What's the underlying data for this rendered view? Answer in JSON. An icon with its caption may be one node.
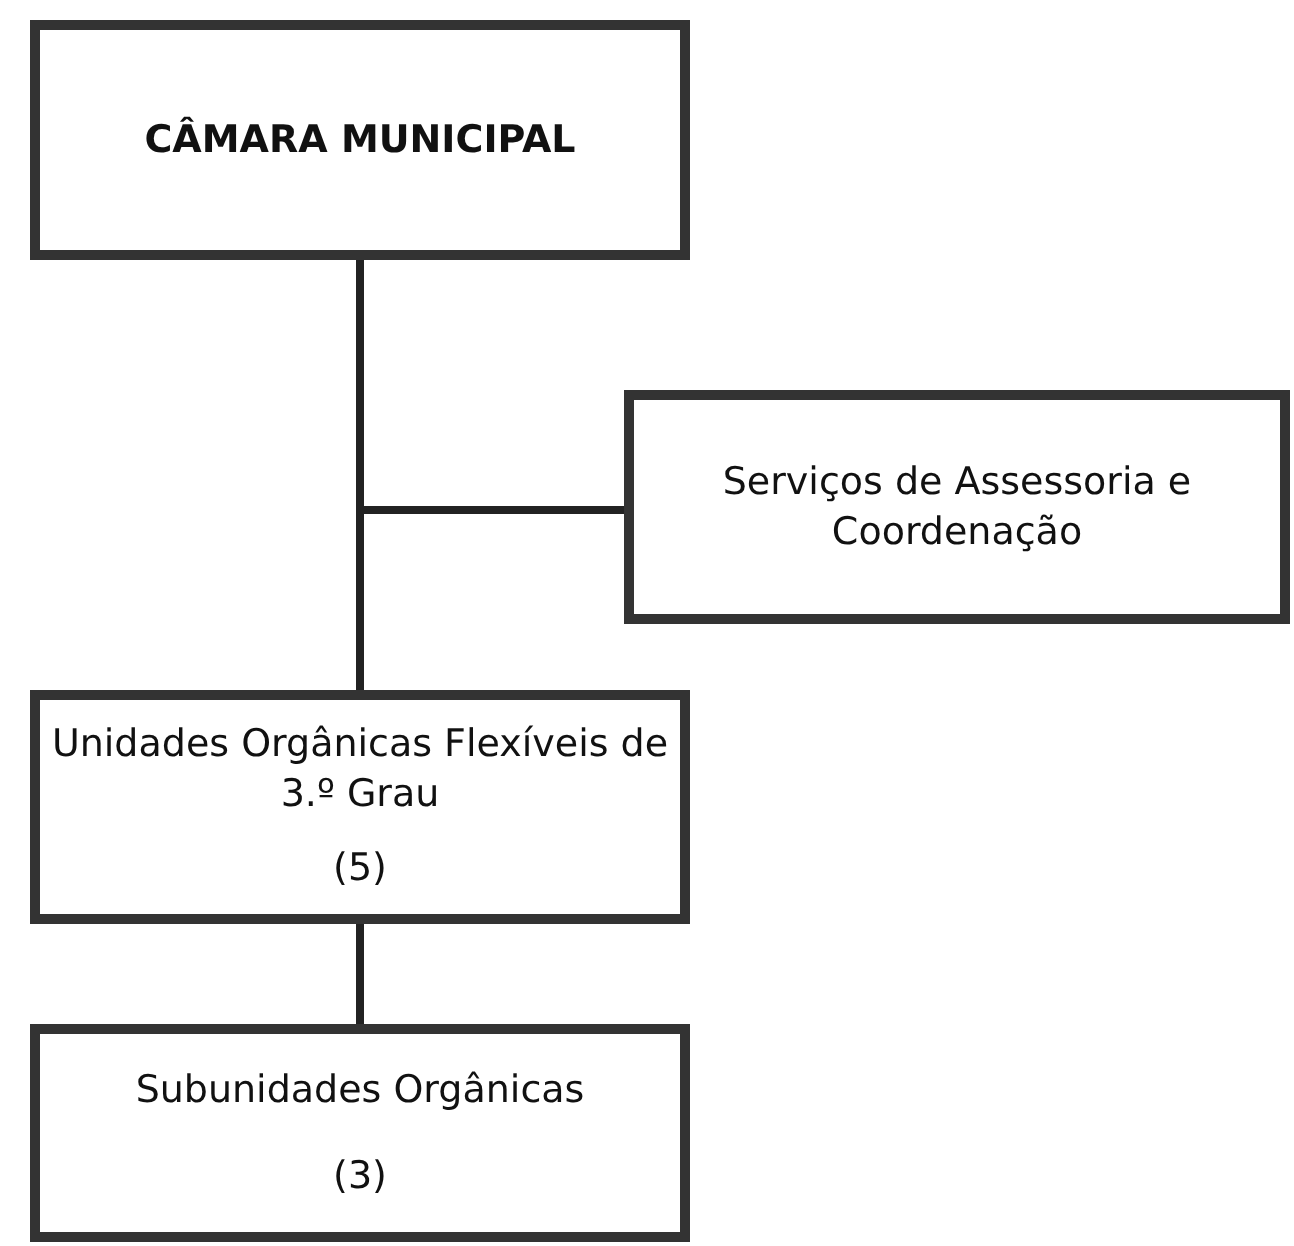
{
  "diagram": {
    "nodes": [
      {
        "text": [
          "CÂMARA MUNICIPAL"
        ]
      },
      {
        "text": [
          "Serviços de Assessoria e Coordenação"
        ]
      },
      {
        "text": [
          "Unidades Orgânicas Flexíveis de 3.º Grau",
          "(5)"
        ]
      },
      {
        "text": [
          "Subunidades Orgânicas",
          "(3)"
        ]
      }
    ],
    "edges": [
      {
        "from": 0,
        "to": 2,
        "arrow": "none"
      },
      {
        "from": 0,
        "to": 1,
        "arrow": "none"
      },
      {
        "from": 2,
        "to": 3,
        "arrow": "none"
      }
    ]
  }
}
